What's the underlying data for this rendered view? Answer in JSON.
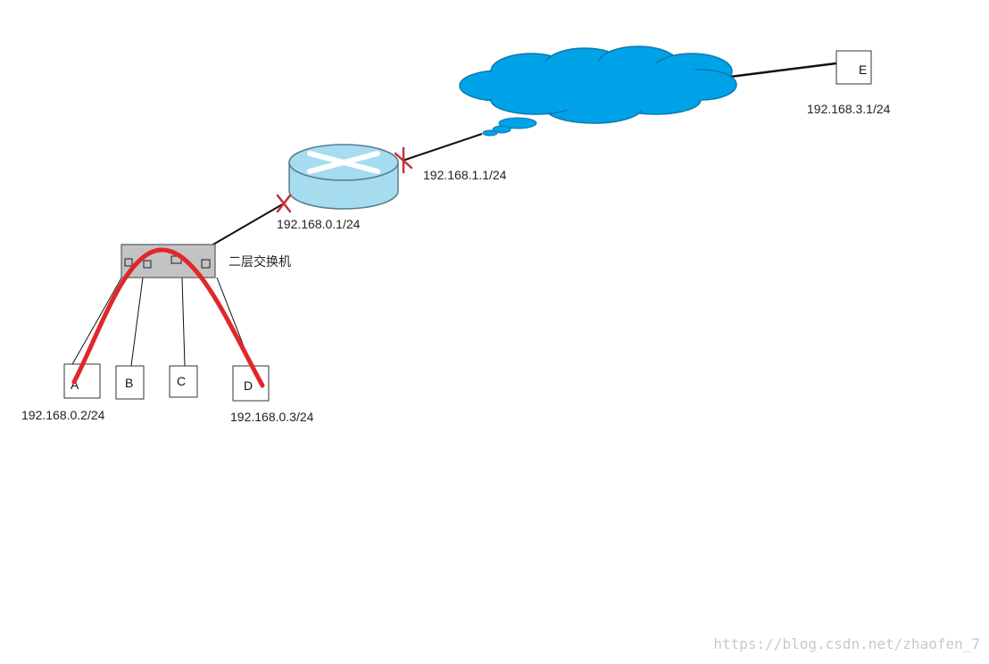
{
  "hosts": [
    {
      "id": "A",
      "label": "A",
      "ip": "192.168.0.2/24"
    },
    {
      "id": "B",
      "label": "B"
    },
    {
      "id": "C",
      "label": "C"
    },
    {
      "id": "D",
      "label": "D",
      "ip": "192.168.0.3/24"
    },
    {
      "id": "E",
      "label": "E",
      "ip": "192.168.3.1/24"
    }
  ],
  "switch": {
    "label": "二层交换机"
  },
  "router": {
    "lan_ip": "192.168.0.1/24",
    "wan_ip": "192.168.1.1/24"
  },
  "colors": {
    "cloud": "#00a2e8",
    "router_body": "#a6dcef",
    "switch_body": "#c3c3c3",
    "highlight": "#e0272a",
    "cross": "#c4303a"
  },
  "watermark": "https://blog.csdn.net/zhaofen_7"
}
